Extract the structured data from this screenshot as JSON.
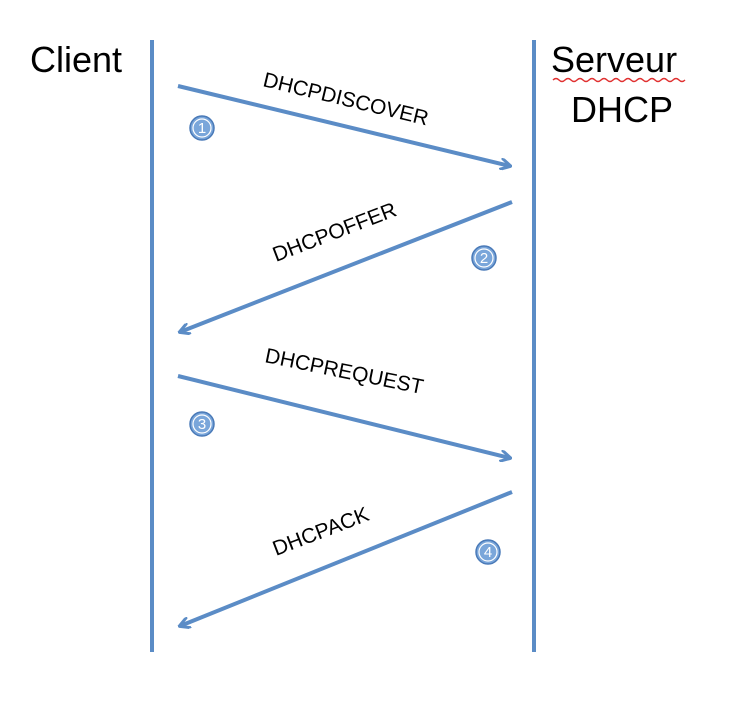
{
  "participants": {
    "client": "Client",
    "server_line1": "Serveur",
    "server_line2": "DHCP"
  },
  "messages": [
    {
      "step": "1",
      "label": "DHCPDISCOVER"
    },
    {
      "step": "2",
      "label": "DHCPOFFER"
    },
    {
      "step": "3",
      "label": "DHCPREQUEST"
    },
    {
      "step": "4",
      "label": "DHCPACK"
    }
  ],
  "colors": {
    "line": "#5b8cc6",
    "badge_fill": "#7aa6da",
    "badge_stroke": "#4a7ab8"
  }
}
